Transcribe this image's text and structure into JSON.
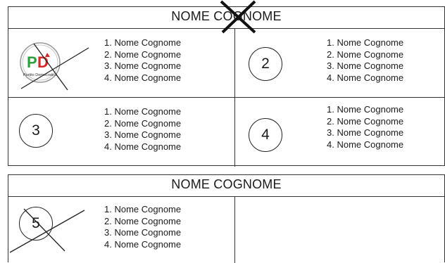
{
  "ballot1": {
    "candidate": "NOME COGNOME",
    "lists": [
      {
        "symbol": "Partito Democratico",
        "names": [
          "1. Nome Cognome",
          "2. Nome Cognome",
          "3. Nome Cognome",
          "4. Nome Cognome"
        ]
      },
      {
        "number": "2",
        "names": [
          "1. Nome Cognome",
          "2. Nome Cognome",
          "3. Nome Cognome",
          "4. Nome Cognome"
        ]
      },
      {
        "number": "3",
        "names": [
          "1. Nome Cognome",
          "2. Nome Cognome",
          "3. Nome Cognome",
          "4. Nome Cognome"
        ]
      },
      {
        "number": "4",
        "names": [
          "1. Nome Cognome",
          "2. Nome Cognome",
          "3. Nome Cognome",
          "4. Nome Cognome"
        ]
      }
    ]
  },
  "ballot2": {
    "candidate": "NOME COGNOME",
    "lists": [
      {
        "number": "5",
        "names": [
          "1. Nome Cognome",
          "2. Nome Cognome",
          "3. Nome Cognome",
          "4. Nome Cognome"
        ]
      }
    ]
  },
  "colors": {
    "line": "#333333",
    "pd_green": "#2e9e3e",
    "pd_red": "#d62828"
  }
}
